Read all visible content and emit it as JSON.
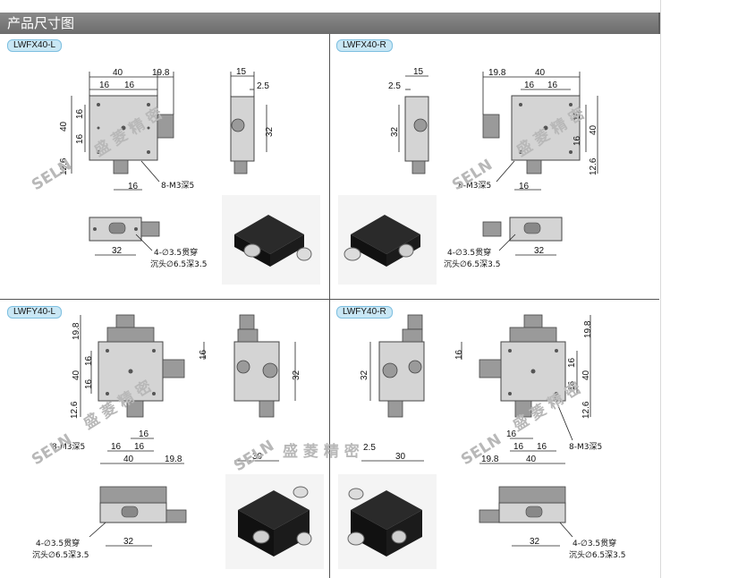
{
  "header": {
    "title": "产品尺寸图"
  },
  "panels": [
    {
      "label": "LWFX40-L"
    },
    {
      "label": "LWFX40-R"
    },
    {
      "label": "LWFY40-L"
    },
    {
      "label": "LWFY40-R"
    }
  ],
  "dims": {
    "d40": "40",
    "d19_8": "19.8",
    "d16": "16",
    "d12_6": "12.6",
    "d15": "15",
    "d2_5": "2.5",
    "d32": "32",
    "d30": "30"
  },
  "notes": {
    "screw": "8-M3深5",
    "hole1": "4-∅3.5贯穿",
    "hole2": "沉头∅6.5深3.5"
  },
  "watermark": {
    "logo": "SELN",
    "text": "盛 菱 精 密"
  },
  "colors": {
    "tag_bg": "#c9e7f5",
    "tag_border": "#7dbfe0",
    "header_bg": "#6c6c6c"
  }
}
